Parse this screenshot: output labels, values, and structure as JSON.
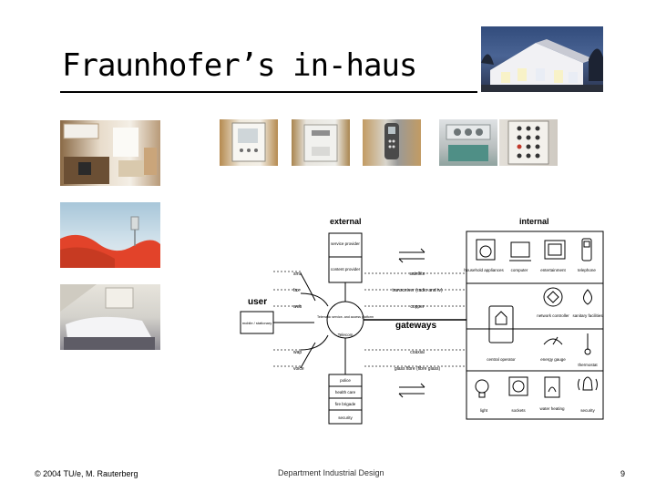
{
  "slide": {
    "title": "Fraunhofer’s in-haus",
    "footer_left": "© 2004 TU/e, M. Rauterberg",
    "footer_center": "Department Industrial Design",
    "page_number": "9"
  },
  "diagram": {
    "header_external": "external",
    "header_internal": "internal",
    "user_label": "user",
    "gateways_label": "gateways",
    "external_top_boxes": [
      "service provider",
      "content provider"
    ],
    "external_bottom_boxes": [
      "police",
      "health care",
      "fire brigade",
      "security"
    ],
    "hub_label": "Telematic service- and access platform",
    "hub_sub": "Telecom",
    "mobile_box": "mobile / stationary",
    "user_channels": [
      "sms",
      "fax",
      "web",
      "wap",
      "voice"
    ],
    "network_labels": [
      "satellite",
      "transceiver (radio and tv)",
      "copper",
      "coaxial",
      "glass fibre (fibre glass)"
    ],
    "internal_devices": [
      {
        "label": "household appliances",
        "icon": "washing-machine-icon"
      },
      {
        "label": "computer",
        "icon": "computer-icon"
      },
      {
        "label": "entertainment",
        "icon": "tv-icon"
      },
      {
        "label": "telephone",
        "icon": "telephone-icon"
      },
      {
        "label": "network controller",
        "icon": "network-controller-icon"
      },
      {
        "label": "sanitary facilities",
        "icon": "water-drop-icon"
      },
      {
        "label": "central operator",
        "icon": "home-terminal-icon"
      },
      {
        "label": "energy gauge",
        "icon": "energy-gauge-icon"
      },
      {
        "label": "thermostat",
        "icon": "thermometer-icon"
      },
      {
        "label": "light",
        "icon": "lightbulb-icon"
      },
      {
        "label": "sockets",
        "icon": "socket-icon"
      },
      {
        "label": "water heating",
        "icon": "water-heater-icon"
      },
      {
        "label": "security",
        "icon": "alarm-bell-icon"
      }
    ]
  }
}
